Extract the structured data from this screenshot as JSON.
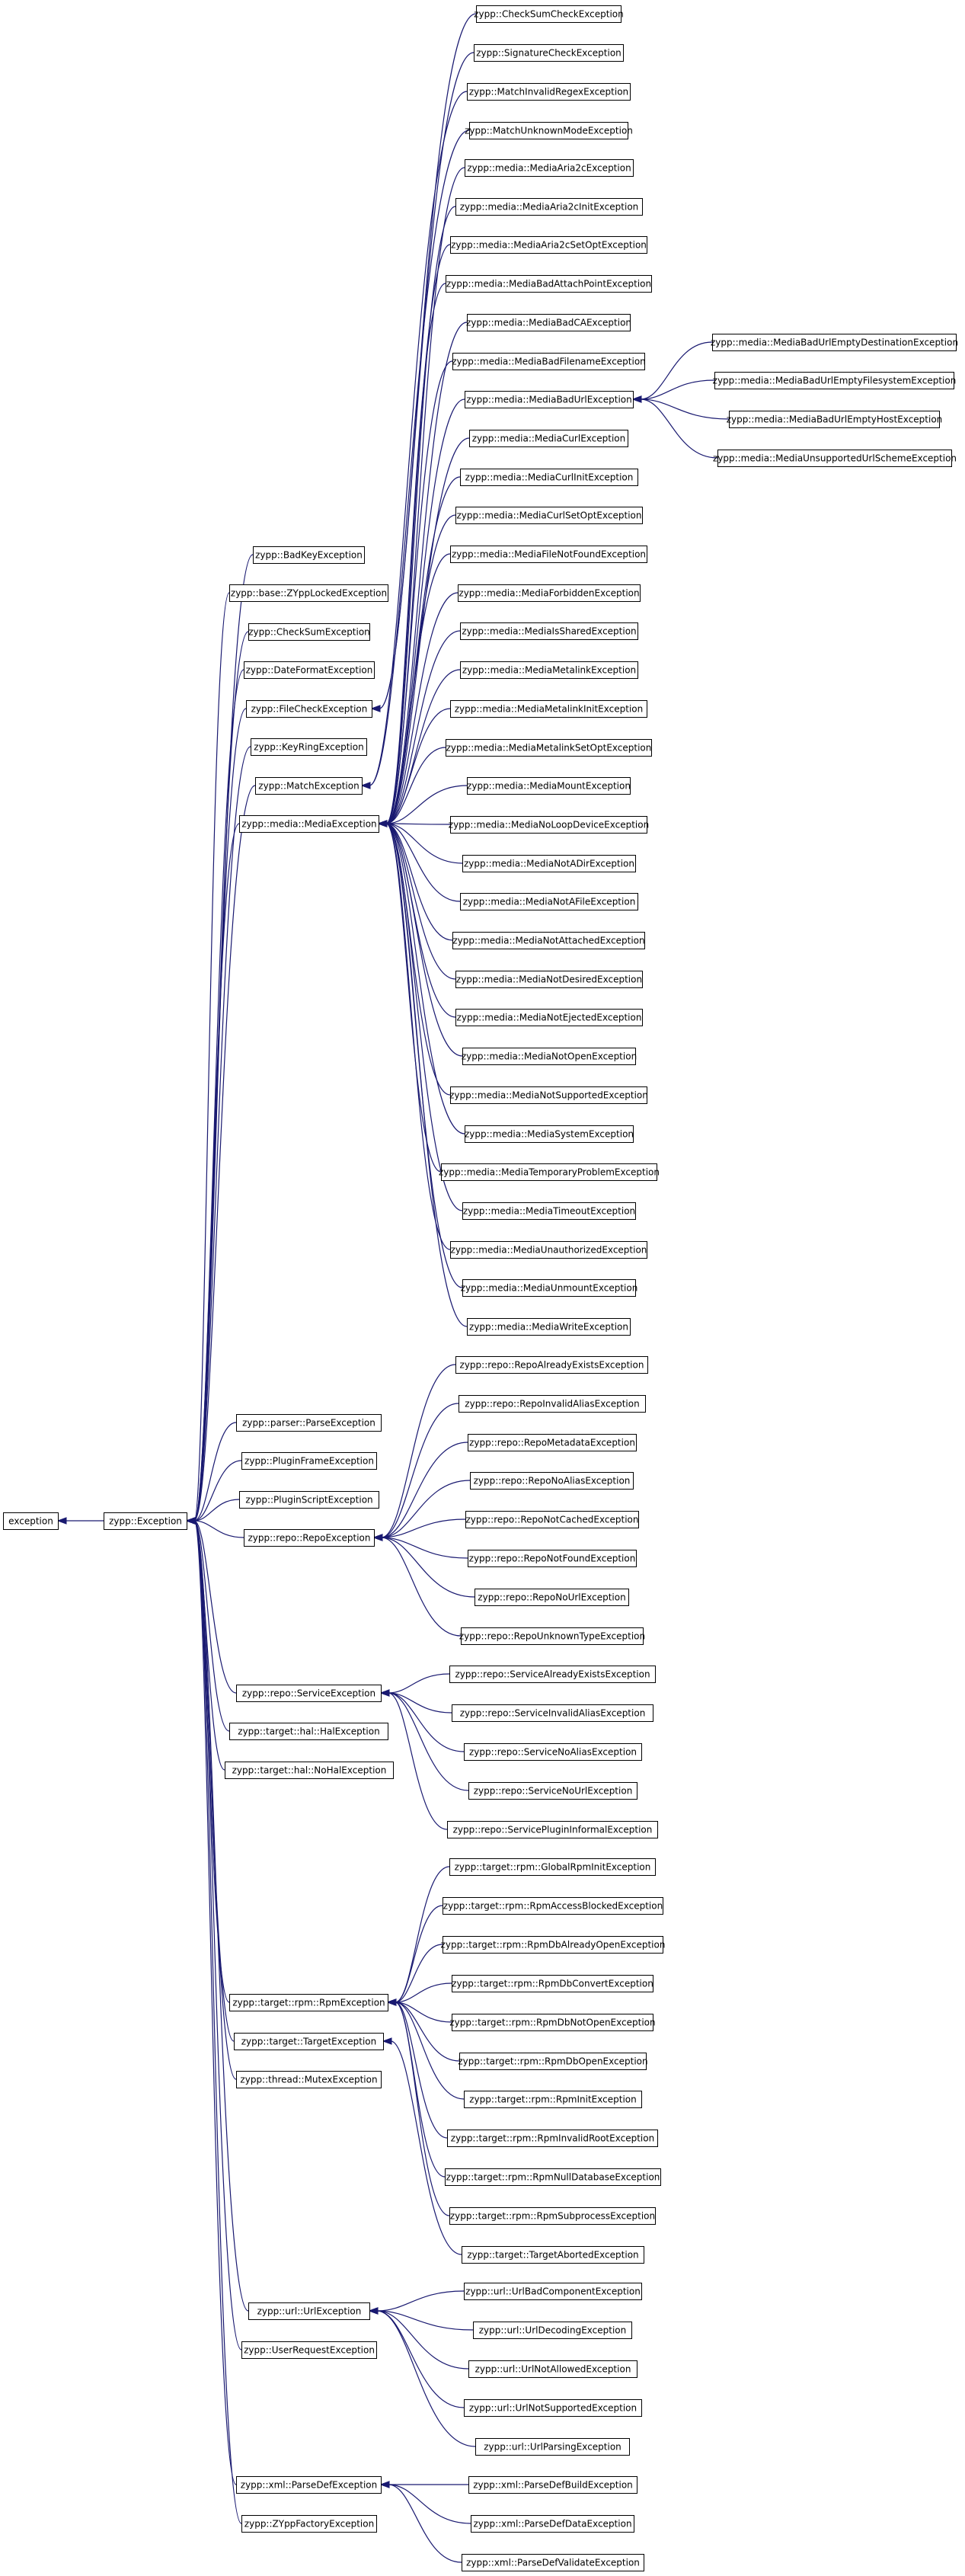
{
  "colors": {
    "edge": "#191970",
    "node_border": "#000000",
    "background": "#ffffff"
  },
  "nodes": {
    "root": "exception",
    "base": "zypp::Exception",
    "level2": [
      "zypp::BadKeyException",
      "zypp::base::ZYppLockedException",
      "zypp::CheckSumException",
      "zypp::DateFormatException",
      "zypp::FileCheckException",
      "zypp::KeyRingException",
      "zypp::MatchException",
      "zypp::media::MediaException",
      "zypp::parser::ParseException",
      "zypp::PluginFrameException",
      "zypp::PluginScriptException",
      "zypp::repo::RepoException",
      "zypp::repo::ServiceException",
      "zypp::target::hal::HalException",
      "zypp::target::hal::NoHalException",
      "zypp::target::rpm::RpmException",
      "zypp::target::TargetException",
      "zypp::thread::MutexException",
      "zypp::url::UrlException",
      "zypp::UserRequestException",
      "zypp::xml::ParseDefException",
      "zypp::ZYppFactoryException"
    ],
    "checksum_group": [
      "zypp::CheckSumCheckException",
      "zypp::SignatureCheckException"
    ],
    "match_group": [
      "zypp::MatchInvalidRegexException",
      "zypp::MatchUnknownModeException"
    ],
    "media_group": [
      "zypp::media::MediaAria2cException",
      "zypp::media::MediaAria2cInitException",
      "zypp::media::MediaAria2cSetOptException",
      "zypp::media::MediaBadAttachPointException",
      "zypp::media::MediaBadCAException",
      "zypp::media::MediaBadFilenameException",
      "zypp::media::MediaBadUrlException",
      "zypp::media::MediaCurlException",
      "zypp::media::MediaCurlInitException",
      "zypp::media::MediaCurlSetOptException",
      "zypp::media::MediaFileNotFoundException",
      "zypp::media::MediaForbiddenException",
      "zypp::media::MediaIsSharedException",
      "zypp::media::MediaMetalinkException",
      "zypp::media::MediaMetalinkInitException",
      "zypp::media::MediaMetalinkSetOptException",
      "zypp::media::MediaMountException",
      "zypp::media::MediaNoLoopDeviceException",
      "zypp::media::MediaNotADirException",
      "zypp::media::MediaNotAFileException",
      "zypp::media::MediaNotAttachedException",
      "zypp::media::MediaNotDesiredException",
      "zypp::media::MediaNotEjectedException",
      "zypp::media::MediaNotOpenException",
      "zypp::media::MediaNotSupportedException",
      "zypp::media::MediaSystemException",
      "zypp::media::MediaTemporaryProblemException",
      "zypp::media::MediaTimeoutException",
      "zypp::media::MediaUnauthorizedException",
      "zypp::media::MediaUnmountException",
      "zypp::media::MediaWriteException"
    ],
    "badurl_group": [
      "zypp::media::MediaBadUrlEmptyDestinationException",
      "zypp::media::MediaBadUrlEmptyFilesystemException",
      "zypp::media::MediaBadUrlEmptyHostException",
      "zypp::media::MediaUnsupportedUrlSchemeException"
    ],
    "repo_group": [
      "zypp::repo::RepoAlreadyExistsException",
      "zypp::repo::RepoInvalidAliasException",
      "zypp::repo::RepoMetadataException",
      "zypp::repo::RepoNoAliasException",
      "zypp::repo::RepoNotCachedException",
      "zypp::repo::RepoNotFoundException",
      "zypp::repo::RepoNoUrlException",
      "zypp::repo::RepoUnknownTypeException"
    ],
    "service_group": [
      "zypp::repo::ServiceAlreadyExistsException",
      "zypp::repo::ServiceInvalidAliasException",
      "zypp::repo::ServiceNoAliasException",
      "zypp::repo::ServiceNoUrlException",
      "zypp::repo::ServicePluginInformalException"
    ],
    "rpm_group": [
      "zypp::target::rpm::GlobalRpmInitException",
      "zypp::target::rpm::RpmAccessBlockedException",
      "zypp::target::rpm::RpmDbAlreadyOpenException",
      "zypp::target::rpm::RpmDbConvertException",
      "zypp::target::rpm::RpmDbNotOpenException",
      "zypp::target::rpm::RpmDbOpenException",
      "zypp::target::rpm::RpmInitException",
      "zypp::target::rpm::RpmInvalidRootException",
      "zypp::target::rpm::RpmNullDatabaseException",
      "zypp::target::rpm::RpmSubprocessException"
    ],
    "target_group": [
      "zypp::target::TargetAbortedException"
    ],
    "url_group": [
      "zypp::url::UrlBadComponentException",
      "zypp::url::UrlDecodingException",
      "zypp::url::UrlNotAllowedException",
      "zypp::url::UrlNotSupportedException",
      "zypp::url::UrlParsingException"
    ],
    "xml_group": [
      "zypp::xml::ParseDefBuildException",
      "zypp::xml::ParseDefDataException",
      "zypp::xml::ParseDefValidateException"
    ]
  }
}
